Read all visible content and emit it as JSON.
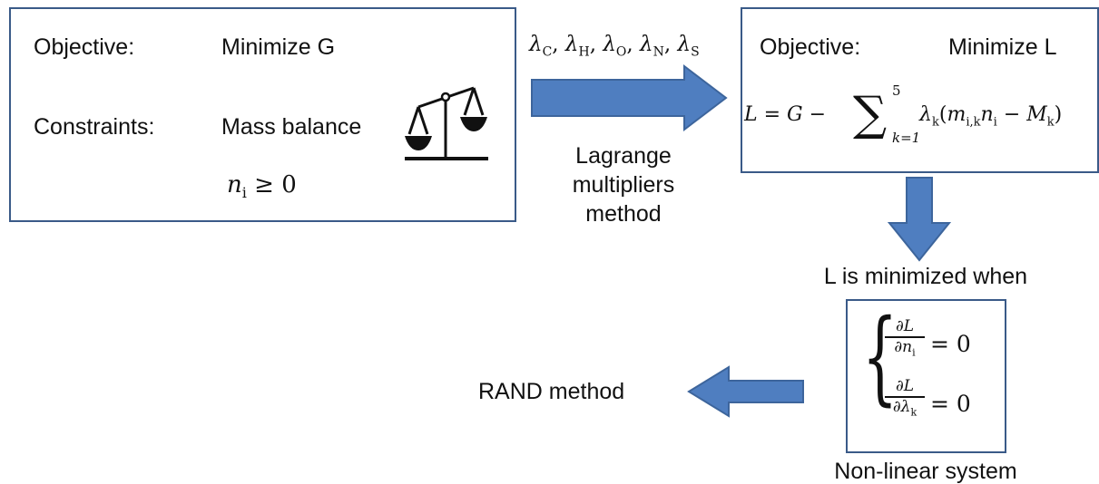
{
  "box1": {
    "objective_label": "Objective:",
    "objective_value": "Minimize G",
    "constraints_label": "Constraints:",
    "constraint_mass": "Mass balance",
    "constraint_nonneg_var": "n",
    "constraint_nonneg_sub": "i",
    "constraint_nonneg_rel": " ≥ 0"
  },
  "arrow1": {
    "multipliers": [
      {
        "sym": "λ",
        "sub": "C"
      },
      {
        "sym": "λ",
        "sub": "H"
      },
      {
        "sym": "λ",
        "sub": "O"
      },
      {
        "sym": "λ",
        "sub": "N"
      },
      {
        "sym": "λ",
        "sub": "S"
      }
    ],
    "caption_line1": "Lagrange",
    "caption_line2": "multipliers",
    "caption_line3": "method"
  },
  "box2": {
    "objective_label": "Objective:",
    "objective_value": "Minimize L",
    "eq_lhs": "L = G − ",
    "sum_upper": "5",
    "sum_lower": "k=1",
    "eq_lambda": "λ",
    "eq_lambda_sub": "k",
    "eq_m": "m",
    "eq_m_sub": "i,k",
    "eq_n": "n",
    "eq_n_sub": "i",
    "eq_minus": " − ",
    "eq_M": "M",
    "eq_M_sub": "k"
  },
  "conditions": {
    "title": "L is minimized when",
    "eq1_num": "∂L",
    "eq1_den_var": "∂n",
    "eq1_den_sub": "i",
    "eq1_rhs": "= 0",
    "eq2_num": "∂L",
    "eq2_den_var": "∂λ",
    "eq2_den_sub": "k",
    "eq2_rhs": "= 0",
    "caption": "Non-linear system"
  },
  "rand_method_label": "RAND method",
  "colors": {
    "arrow_fill": "#4f7ec0",
    "arrow_stroke": "#3d659c",
    "box_border": "#3a5a88"
  }
}
